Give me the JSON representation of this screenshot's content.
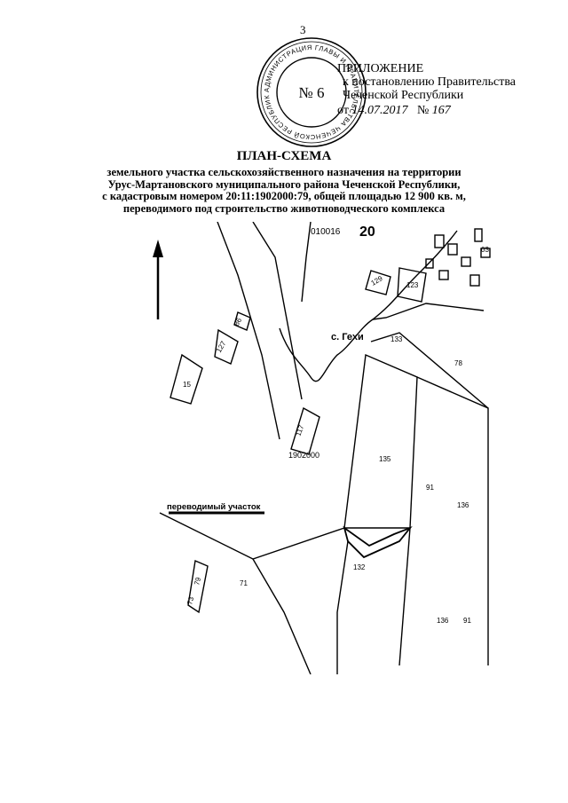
{
  "page": {
    "number": "3"
  },
  "stamp": {
    "label": "№ 6",
    "ring_text": "АДМИНИСТРАЦИЯ ГЛАВЫ И ПРАВИТЕЛЬСТВА ЧЕЧЕНСКОЙ РЕСПУБЛИКИ"
  },
  "appendix": {
    "line1": "ПРИЛОЖЕНИЕ",
    "line2": "к постановлению Правительства",
    "line3": "Чеченской Республики",
    "date_prefix": "от",
    "date_value": "14.07.2017",
    "number_prefix": "№",
    "number_value": "167"
  },
  "title": "ПЛАН-СХЕМА",
  "subtitle": {
    "line1": "земельного участка сельскохозяйственного назначения на территории",
    "line2": "Урус-Мартановского муниципального района Чеченской Республики,",
    "line3": "с кадастровым номером 20:11:1902000:79, общей площадью 12 900 кв. м,",
    "line4": "переводимого под строительство животноводческого комплекса"
  },
  "map": {
    "top_labels": [
      "010016",
      "20"
    ],
    "settlement_label": "с. Гехи",
    "cadastral_block": "1902000",
    "transferred_plot_label": "переводимый участок",
    "parcels": [
      "15",
      "127",
      "86",
      "117",
      "133",
      "123",
      "129",
      "78",
      "135",
      "91",
      "136",
      "132",
      "71",
      "79",
      "73",
      "136",
      "91",
      "03"
    ]
  }
}
